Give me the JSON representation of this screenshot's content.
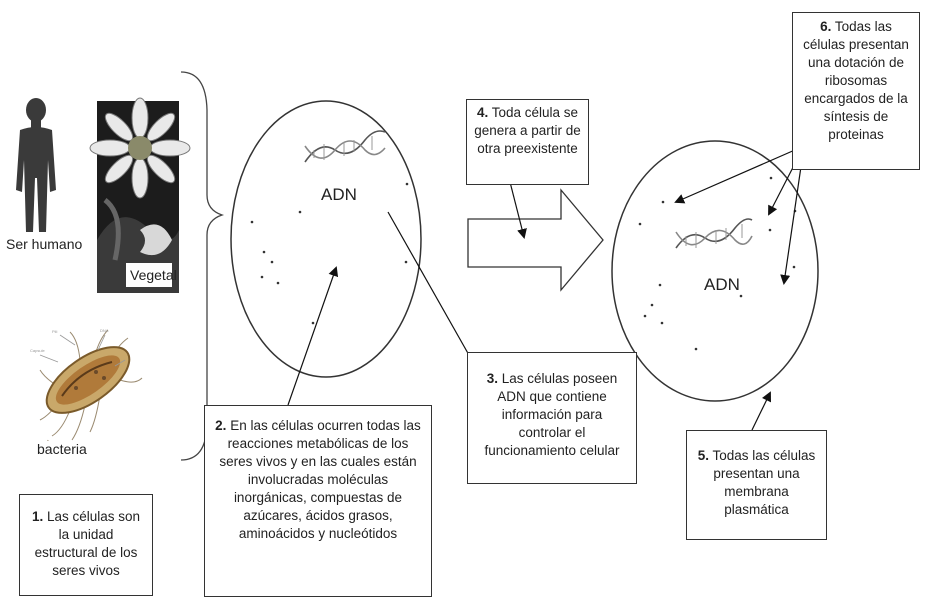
{
  "labels": {
    "human": "Ser humano",
    "plant": "Vegetal",
    "bacteria": "bacteria",
    "dna_left": "ADN",
    "dna_right": "ADN"
  },
  "statements": [
    {
      "num": "1.",
      "text": "Las células son la unidad estructural de los seres vivos"
    },
    {
      "num": "2.",
      "text": "En las células ocurren todas las reacciones metabólicas de los seres vivos y en las cuales están involucradas moléculas inorgánicas, compuestas de azúcares, ácidos grasos, aminoácidos y nucleótidos"
    },
    {
      "num": "3.",
      "text": "Las células poseen ADN que contiene información para controlar el funcionamiento celular"
    },
    {
      "num": "4.",
      "text": "Toda célula se genera a partir de otra preexistente"
    },
    {
      "num": "5.",
      "text": "Todas las células presentan una membrana plasmática"
    },
    {
      "num": "6.",
      "text": "Todas las células presentan una dotación de ribosomas encargados de la síntesis de proteinas"
    }
  ],
  "colors": {
    "line": "#333333",
    "human": "#3a3a3a",
    "plant_bg": "#1a1a1a",
    "bacteria": "#b08a4a"
  },
  "icons": [
    "human-silhouette-icon",
    "flower-icon",
    "bacteria-icon",
    "dna-helix-icon",
    "arrow-right-icon"
  ]
}
